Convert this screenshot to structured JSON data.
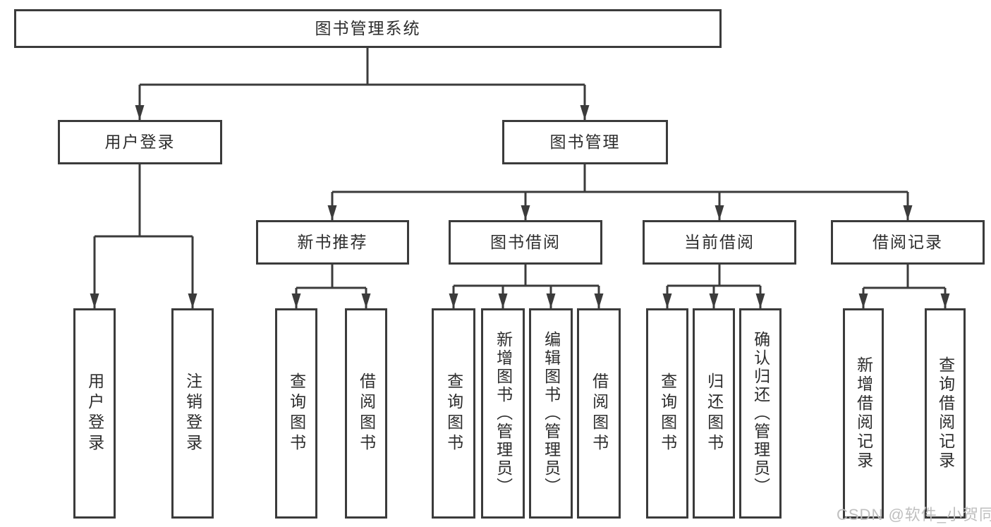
{
  "diagram": {
    "root": {
      "label": "图书管理系统"
    },
    "level2": [
      {
        "label": "用户登录"
      },
      {
        "label": "图书管理"
      }
    ],
    "level3": [
      {
        "label": "新书推荐"
      },
      {
        "label": "图书借阅"
      },
      {
        "label": "当前借阅"
      },
      {
        "label": "借阅记录"
      }
    ],
    "leaves": {
      "user_login": [
        {
          "label": "用户登录"
        },
        {
          "label": "注销登录"
        }
      ],
      "new_book_recommend": [
        {
          "label": "查询图书"
        },
        {
          "label": "借阅图书"
        }
      ],
      "book_borrow": [
        {
          "label": "查询图书"
        },
        {
          "label": "新增图书（管理员）"
        },
        {
          "label": "编辑图书（管理员）"
        },
        {
          "label": "借阅图书"
        }
      ],
      "current_borrow": [
        {
          "label": "查询图书"
        },
        {
          "label": "归还图书"
        },
        {
          "label": "确认归还（管理员）"
        }
      ],
      "borrow_records": [
        {
          "label": "新增借阅记录"
        },
        {
          "label": "查询借阅记录"
        }
      ]
    }
  },
  "watermark": {
    "text": "CSDN @软件_小贺同学"
  },
  "colors": {
    "line": "#3b3b3b",
    "text": "#2d2d2d",
    "watermark": "#bfbfbf",
    "box_background": "#ffffff",
    "page_background": "#ffffff"
  }
}
